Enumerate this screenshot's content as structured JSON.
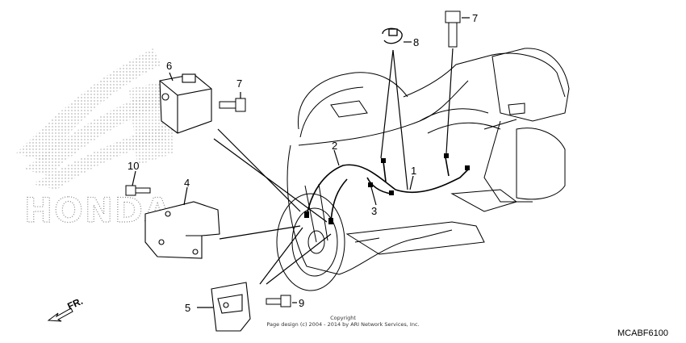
{
  "diagram": {
    "callouts": [
      {
        "id": "1",
        "label": "1"
      },
      {
        "id": "2",
        "label": "2"
      },
      {
        "id": "3",
        "label": "3"
      },
      {
        "id": "4",
        "label": "4"
      },
      {
        "id": "5",
        "label": "5"
      },
      {
        "id": "6",
        "label": "6"
      },
      {
        "id": "7a",
        "label": "7"
      },
      {
        "id": "7b",
        "label": "7"
      },
      {
        "id": "8",
        "label": "8"
      },
      {
        "id": "9",
        "label": "9"
      },
      {
        "id": "10",
        "label": "10"
      }
    ],
    "direction_label": "FR.",
    "copyright_line1": "Copyright",
    "copyright_line2": "Page design (c) 2004 - 2014 by ARI Network Services, Inc.",
    "diagram_code": "MCABF6100",
    "watermark_text": "HONDA"
  }
}
